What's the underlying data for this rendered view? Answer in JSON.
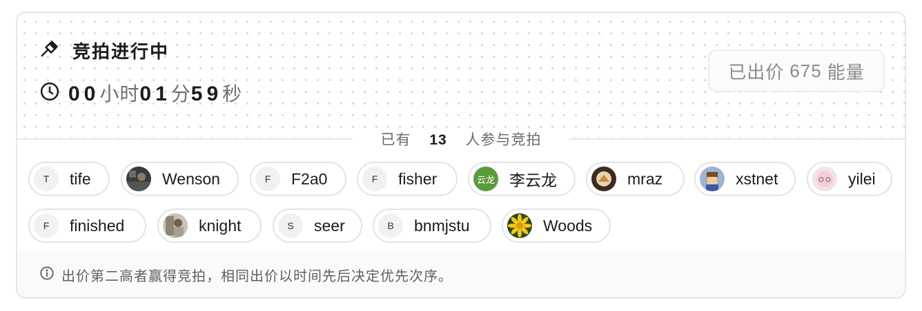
{
  "auction": {
    "status": "竞拍进行中",
    "timer": {
      "hours": "00",
      "hours_unit": "小时",
      "minutes": "01",
      "minutes_unit": "分",
      "seconds": "59",
      "seconds_unit": "秒"
    },
    "bid": {
      "prefix": "已出价",
      "amount": "675",
      "unit": "能量"
    }
  },
  "participants": {
    "prefix": "已有",
    "count": "13",
    "suffix": "人参与竞拍",
    "list": [
      {
        "name": "tife",
        "avatar": "T"
      },
      {
        "name": "Wenson",
        "avatar": ""
      },
      {
        "name": "F2a0",
        "avatar": "F"
      },
      {
        "name": "fisher",
        "avatar": "F"
      },
      {
        "name": "李云龙",
        "avatar": "云龙"
      },
      {
        "name": "mraz",
        "avatar": ""
      },
      {
        "name": "xstnet",
        "avatar": ""
      },
      {
        "name": "yilei",
        "avatar": ""
      },
      {
        "name": "finished",
        "avatar": "F"
      },
      {
        "name": "knight",
        "avatar": ""
      },
      {
        "name": "seer",
        "avatar": "S"
      },
      {
        "name": "bnmjstu",
        "avatar": "B"
      },
      {
        "name": "Woods",
        "avatar": ""
      }
    ]
  },
  "footer": {
    "note": "出价第二高者赢得竞拍，相同出价以时间先后决定优先次序。"
  },
  "colors": {
    "dot": "#bfd8ea",
    "border": "#e6e6e6",
    "accent_avatar": "#5b9b3a"
  }
}
